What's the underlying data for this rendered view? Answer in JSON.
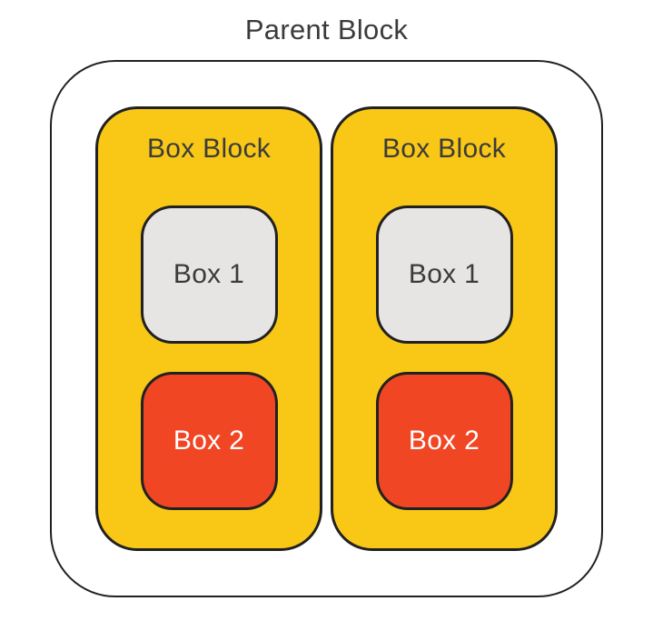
{
  "title": "Parent Block",
  "blocks": [
    {
      "label": "Box Block",
      "boxes": [
        {
          "label": "Box 1"
        },
        {
          "label": "Box 2"
        }
      ]
    },
    {
      "label": "Box Block",
      "boxes": [
        {
          "label": "Box 1"
        },
        {
          "label": "Box 2"
        }
      ]
    }
  ],
  "colors": {
    "background": "#FFFFFF",
    "border": "#212121",
    "block_fill": "#F9C816",
    "box1_fill": "#E6E5E3",
    "box2_fill": "#F04624",
    "text_dark": "#3B3B3B",
    "text_light": "#FFFFFF"
  }
}
